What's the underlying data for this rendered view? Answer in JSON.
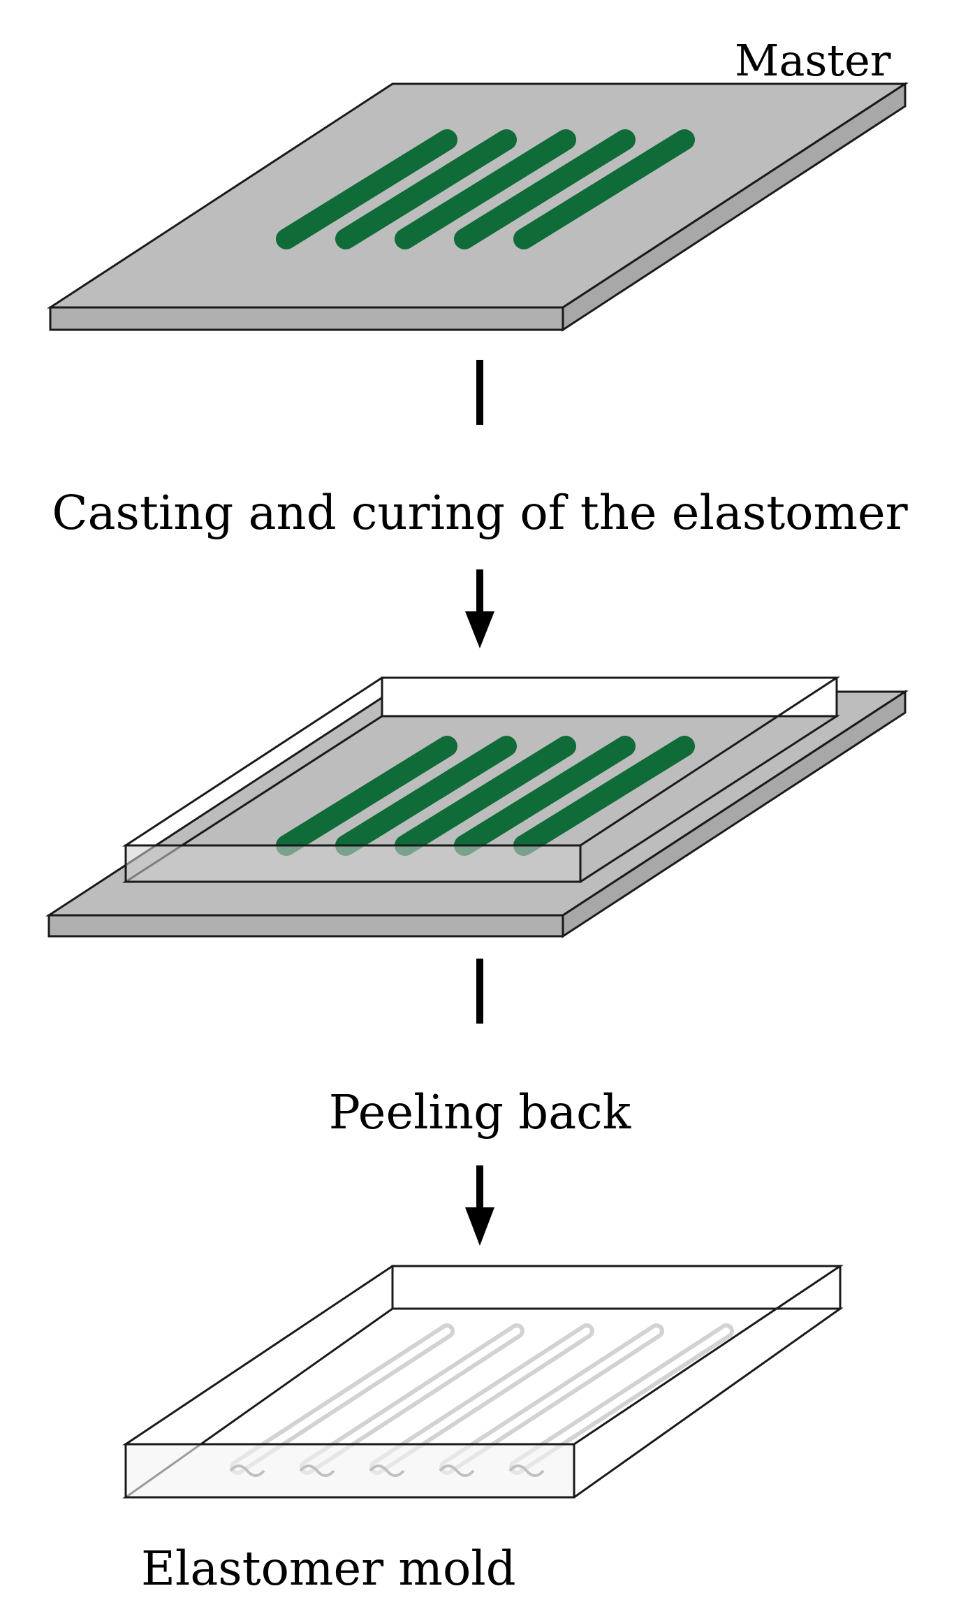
{
  "labels": {
    "master": "Master",
    "step1": "Casting and curing of the elastomer",
    "step2": "Peeling back",
    "mold": "Elastomer mold"
  },
  "colors": {
    "plate_top": "#bdbdbd",
    "plate_edge": "#b0b0b0",
    "channel": "#0f6b38",
    "channel_dark": "#0a5a2e",
    "outline": "#1a1a1a",
    "background": "#ffffff"
  },
  "structure": {
    "channels_per_plate": 5,
    "stages": [
      "master",
      "master-with-elastomer",
      "elastomer-mold"
    ]
  }
}
